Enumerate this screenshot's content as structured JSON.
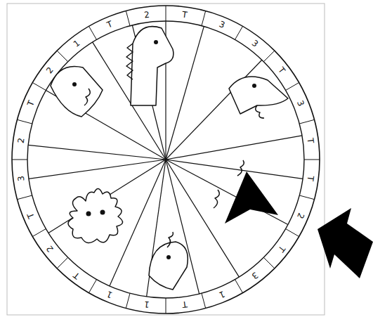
{
  "diagram": {
    "labels": [
      "2",
      "T",
      "3",
      "3",
      "T",
      "3",
      "T",
      "T",
      "2",
      "T",
      "3",
      "1",
      "T",
      "1",
      "1",
      "T",
      "2",
      "T",
      "3",
      "2",
      "T",
      "2",
      "1",
      "T"
    ]
  }
}
